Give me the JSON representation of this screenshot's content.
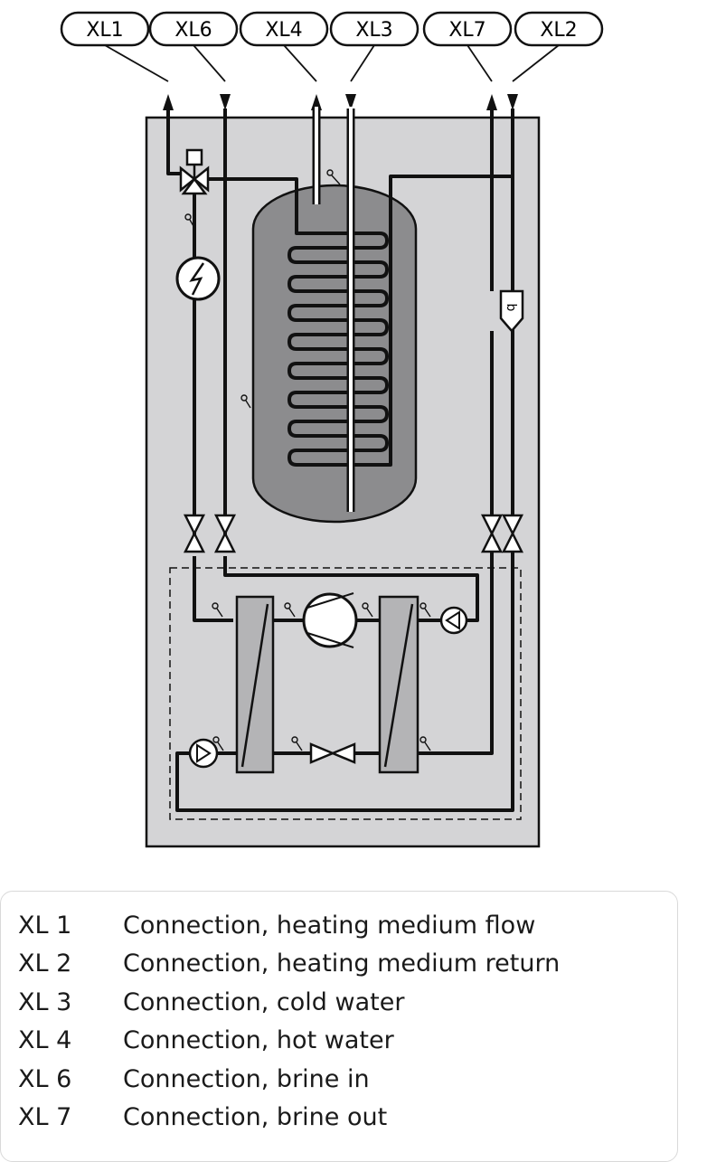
{
  "connection_tags": [
    "XL1",
    "XL6",
    "XL4",
    "XL3",
    "XL7",
    "XL2"
  ],
  "legend": [
    {
      "code": "XL 1",
      "text": "Connection, heating medium flow"
    },
    {
      "code": "XL 2",
      "text": "Connection, heating medium return"
    },
    {
      "code": "XL 3",
      "text": "Connection, cold water"
    },
    {
      "code": "XL 4",
      "text": "Connection, hot water"
    },
    {
      "code": "XL 6",
      "text": "Connection, brine in"
    },
    {
      "code": "XL 7",
      "text": "Connection, brine out"
    }
  ],
  "colors": {
    "cabinet": "#d4d4d6",
    "tank": "#8c8c8e",
    "exchanger": "#b4b4b6",
    "line": "#111111"
  }
}
